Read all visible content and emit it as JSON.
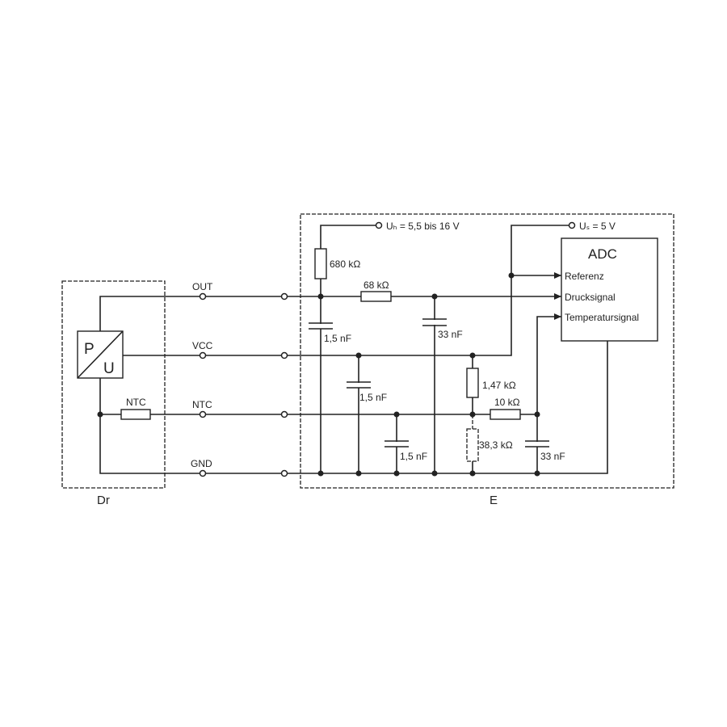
{
  "blocks": {
    "sensor": "Dr",
    "ecu": "E",
    "adc": "ADC",
    "converter_p": "P",
    "converter_u": "U"
  },
  "lines": {
    "out": "OUT",
    "vcc": "VCC",
    "ntc": "NTC",
    "gnd": "GND"
  },
  "sensor_resistor": "NTC",
  "supplies": {
    "uh": "Uₕ = 5,5 bis 16 V",
    "us": "Uₛ = 5 V"
  },
  "adc_inputs": {
    "ref": "Referenz",
    "pressure": "Drucksignal",
    "temp": "Temperatursignal"
  },
  "components": {
    "r_pullup": "680 kΩ",
    "r_out": "68 kΩ",
    "c_out": "1,5 nF",
    "c_filter": "33 nF",
    "c_vcc": "1,5 nF",
    "c_ntc": "1,5 nF",
    "r_147": "1,47 kΩ",
    "r_10k": "10 kΩ",
    "r_383": "38,3 kΩ",
    "c_temp": "33 nF"
  }
}
